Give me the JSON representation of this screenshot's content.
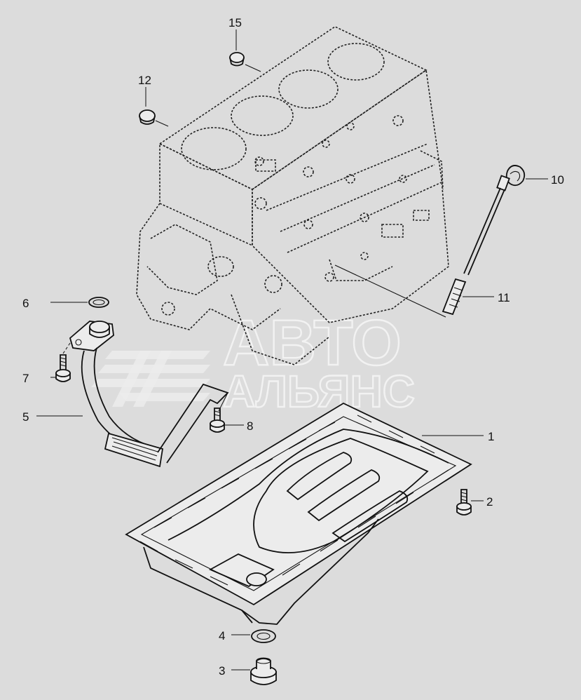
{
  "watermark": {
    "line1": "АВТО",
    "line2": "АЛЬЯНС"
  },
  "callouts": [
    {
      "id": "1",
      "label": "1"
    },
    {
      "id": "2",
      "label": "2"
    },
    {
      "id": "3",
      "label": "3"
    },
    {
      "id": "4",
      "label": "4"
    },
    {
      "id": "5",
      "label": "5"
    },
    {
      "id": "6",
      "label": "6"
    },
    {
      "id": "7",
      "label": "7"
    },
    {
      "id": "8",
      "label": "8"
    },
    {
      "id": "10",
      "label": "10"
    },
    {
      "id": "11",
      "label": "11"
    },
    {
      "id": "12",
      "label": "12"
    },
    {
      "id": "15",
      "label": "15"
    }
  ],
  "colors": {
    "background": "#dcdcdc",
    "ink": "#111111",
    "watermark": "#f2f2f2"
  }
}
